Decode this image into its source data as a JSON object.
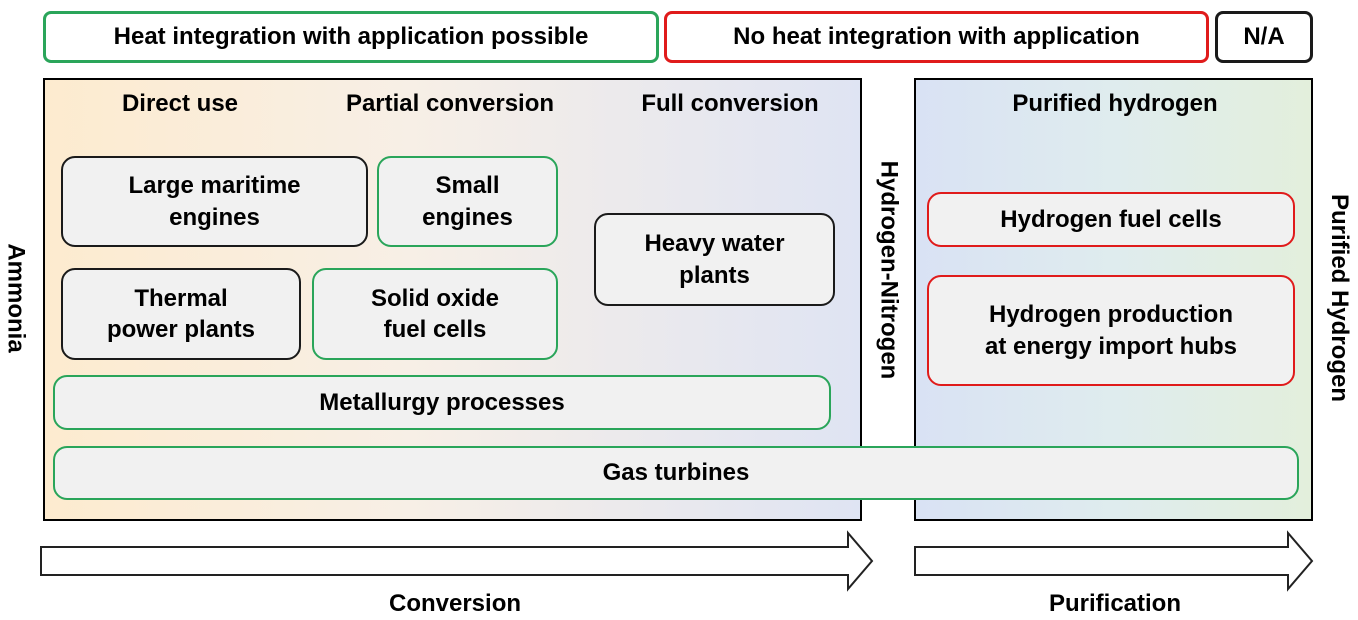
{
  "legend": {
    "heat_integration_possible": {
      "label": "Heat integration with application possible",
      "color": "#2aa55a"
    },
    "no_heat_integration": {
      "label": "No heat integration with application",
      "color": "#e01b1b"
    },
    "not_applicable": {
      "label": "N/A",
      "color": "#1a1a1a"
    }
  },
  "side_labels": {
    "left": "Ammonia",
    "middle": "Hydrogen-Nitrogen",
    "right": "Purified Hydrogen"
  },
  "conversion_panel": {
    "headers": [
      "Direct use",
      "Partial conversion",
      "Full conversion"
    ],
    "applications": {
      "large_maritime_engines": {
        "label_line1": "Large maritime",
        "label_line2": "engines",
        "category": "N/A"
      },
      "small_engines": {
        "label_line1": "Small",
        "label_line2": "engines",
        "category": "Heat integration with application possible"
      },
      "heavy_water_plants": {
        "label_line1": "Heavy water",
        "label_line2": "plants",
        "category": "N/A"
      },
      "thermal_power_plants": {
        "label_line1": "Thermal",
        "label_line2": "power plants",
        "category": "N/A"
      },
      "solid_oxide_fuel_cells": {
        "label_line1": "Solid oxide",
        "label_line2": "fuel cells",
        "category": "Heat integration with application possible"
      },
      "metallurgy_processes": {
        "label": "Metallurgy processes",
        "category": "Heat integration with application possible"
      },
      "gas_turbines": {
        "label": "Gas turbines",
        "category": "Heat integration with application possible"
      }
    }
  },
  "purification_panel": {
    "header": "Purified hydrogen",
    "applications": {
      "hydrogen_fuel_cells": {
        "label": "Hydrogen fuel cells",
        "category": "No heat integration with application"
      },
      "hydrogen_production": {
        "label_line1": "Hydrogen production",
        "label_line2": "at energy import hubs",
        "category": "No heat integration with application"
      }
    }
  },
  "arrows": {
    "conversion": "Conversion",
    "purification": "Purification"
  }
}
